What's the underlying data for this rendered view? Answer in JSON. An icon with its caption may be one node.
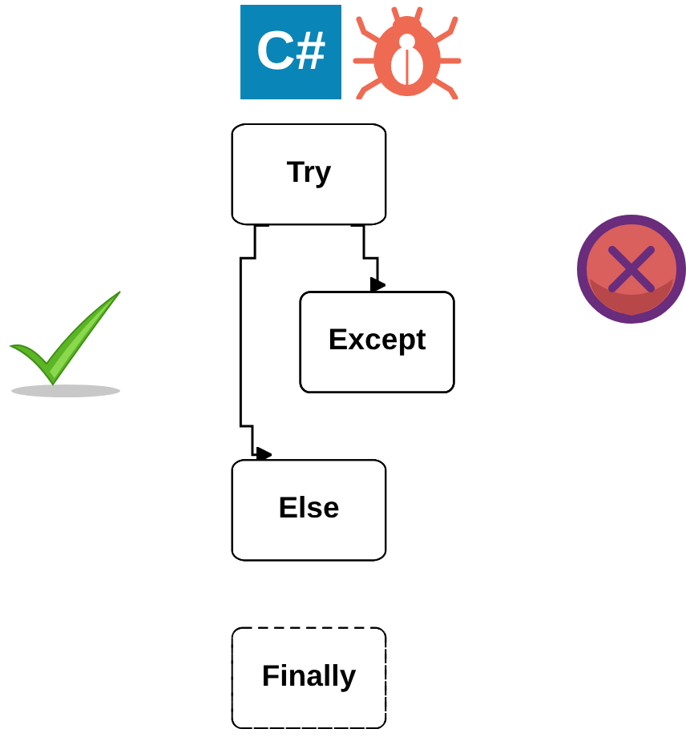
{
  "diagram": {
    "nodes": [
      {
        "text": [
          "Try"
        ]
      },
      {
        "text": [
          "Except"
        ]
      },
      {
        "text": [
          "Else"
        ]
      },
      {
        "text": [
          "Finally"
        ]
      }
    ],
    "edges": [
      {
        "from": 0,
        "to": 1,
        "arrow": "to"
      },
      {
        "from": 0,
        "to": 2,
        "arrow": "to"
      }
    ],
    "labels": [
      "C#"
    ]
  }
}
